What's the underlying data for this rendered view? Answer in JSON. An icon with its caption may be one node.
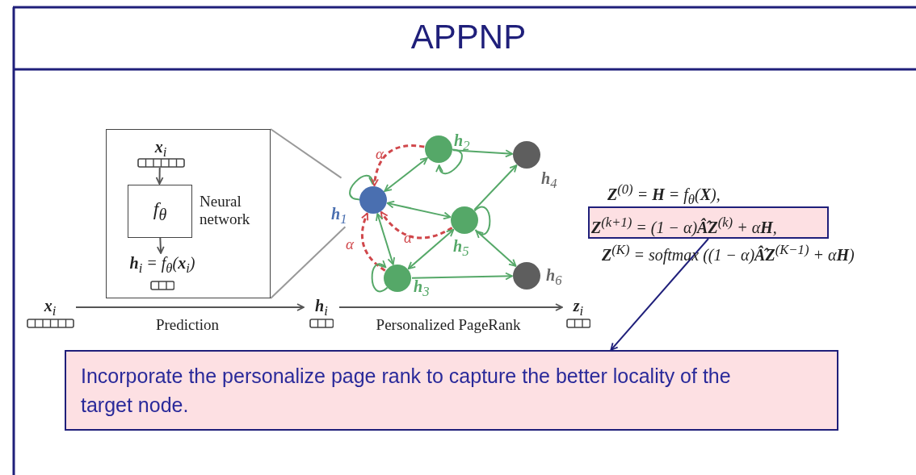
{
  "diagram": {
    "title": "APPNP",
    "nodes": [
      {
        "text": [],
        "shape": "box"
      },
      {
        "text": [
          "**x**$_{i}$"
        ],
        "in": 0
      },
      {
        "text": [
          "f$_{θ}$"
        ],
        "beside": [
          "Neural network"
        ],
        "in": 0
      },
      {
        "text": [
          "**h**$_{i}$ = f$_{θ}$(**x**$_{i}$)"
        ],
        "in": 0
      },
      {
        "text": [
          "**x**$_{i}$"
        ]
      },
      {
        "text": [
          "**h**$_{i}$"
        ]
      },
      {
        "text": [
          "**z**$_{i}$"
        ]
      },
      {
        "text": [],
        "shape": "circle",
        "beside": [
          "**h**$_{1}$"
        ]
      },
      {
        "text": [],
        "shape": "circle",
        "beside": [
          "**h**$_{2}$"
        ]
      },
      {
        "text": [],
        "shape": "circle",
        "beside": [
          "**h**$_{3}$"
        ]
      },
      {
        "text": [],
        "shape": "circle",
        "beside": [
          "**h**$_{4}$"
        ]
      },
      {
        "text": [],
        "shape": "circle",
        "beside": [
          "**h**$_{5}$"
        ]
      },
      {
        "text": [],
        "shape": "circle",
        "beside": [
          "**h**$_{6}$"
        ]
      },
      {
        "text": [
          "**Z**$^{(k+1)}$ = (1 − α)**Â̂Z**$^{(k)}$ + α**H**,"
        ]
      },
      {
        "text": [
          "Incorporate the personalize page rank to capture the better locality of the target node."
        ]
      }
    ],
    "edges": [
      {
        "from": 1,
        "to": 2,
        "arrow": "to",
        "color": "#555555"
      },
      {
        "from": 2,
        "to": 3,
        "arrow": "to",
        "color": "#555555"
      },
      {
        "from": 0,
        "to": 7,
        "arrow": "none",
        "color": "#999999"
      },
      {
        "from": 0,
        "to": 7,
        "arrow": "none",
        "color": "#999999"
      },
      {
        "from": 4,
        "to": 5,
        "arrow": "to",
        "label": "Prediction",
        "color": "#555555"
      },
      {
        "from": 5,
        "to": 6,
        "arrow": "to",
        "label": "Personalized PageRank",
        "color": "#555555"
      },
      {
        "from": 7,
        "to": 7,
        "arrow": "to"
      },
      {
        "from": 7,
        "to": 8,
        "arrow": "both"
      },
      {
        "from": 8,
        "to": 7,
        "arrow": "to",
        "label": "α",
        "style": "dashed",
        "color": "#d0474b"
      },
      {
        "from": 8,
        "to": 8,
        "arrow": "to"
      },
      {
        "from": 8,
        "to": 10,
        "arrow": "to"
      },
      {
        "from": 7,
        "to": 11,
        "arrow": "both"
      },
      {
        "from": 11,
        "to": 7,
        "arrow": "to",
        "label": "α",
        "style": "dashed",
        "color": "#d0474b"
      },
      {
        "from": 11,
        "to": 11,
        "arrow": "to"
      },
      {
        "from": 11,
        "to": 10,
        "arrow": "to"
      },
      {
        "from": 11,
        "to": 12,
        "arrow": "to"
      },
      {
        "from": 7,
        "to": 9,
        "arrow": "both"
      },
      {
        "from": 9,
        "to": 7,
        "arrow": "to",
        "label": "α",
        "style": "dashed",
        "color": "#d0474b"
      },
      {
        "from": 9,
        "to": 9,
        "arrow": "to"
      },
      {
        "from": 9,
        "to": 11,
        "arrow": "both"
      },
      {
        "from": 9,
        "to": 12,
        "arrow": "to"
      },
      {
        "from": 13,
        "to": 14,
        "arrow": "to",
        "color": "#1f1f7a"
      }
    ],
    "labels": [
      "**Z**$^{(0)}$ = **H** = f$_{θ}$(**X**),",
      "**Z**$^{(K)}$ = softmax ((1 − α)**Â̂Z**$^{(K−1)}$ + α**H**)"
    ]
  }
}
